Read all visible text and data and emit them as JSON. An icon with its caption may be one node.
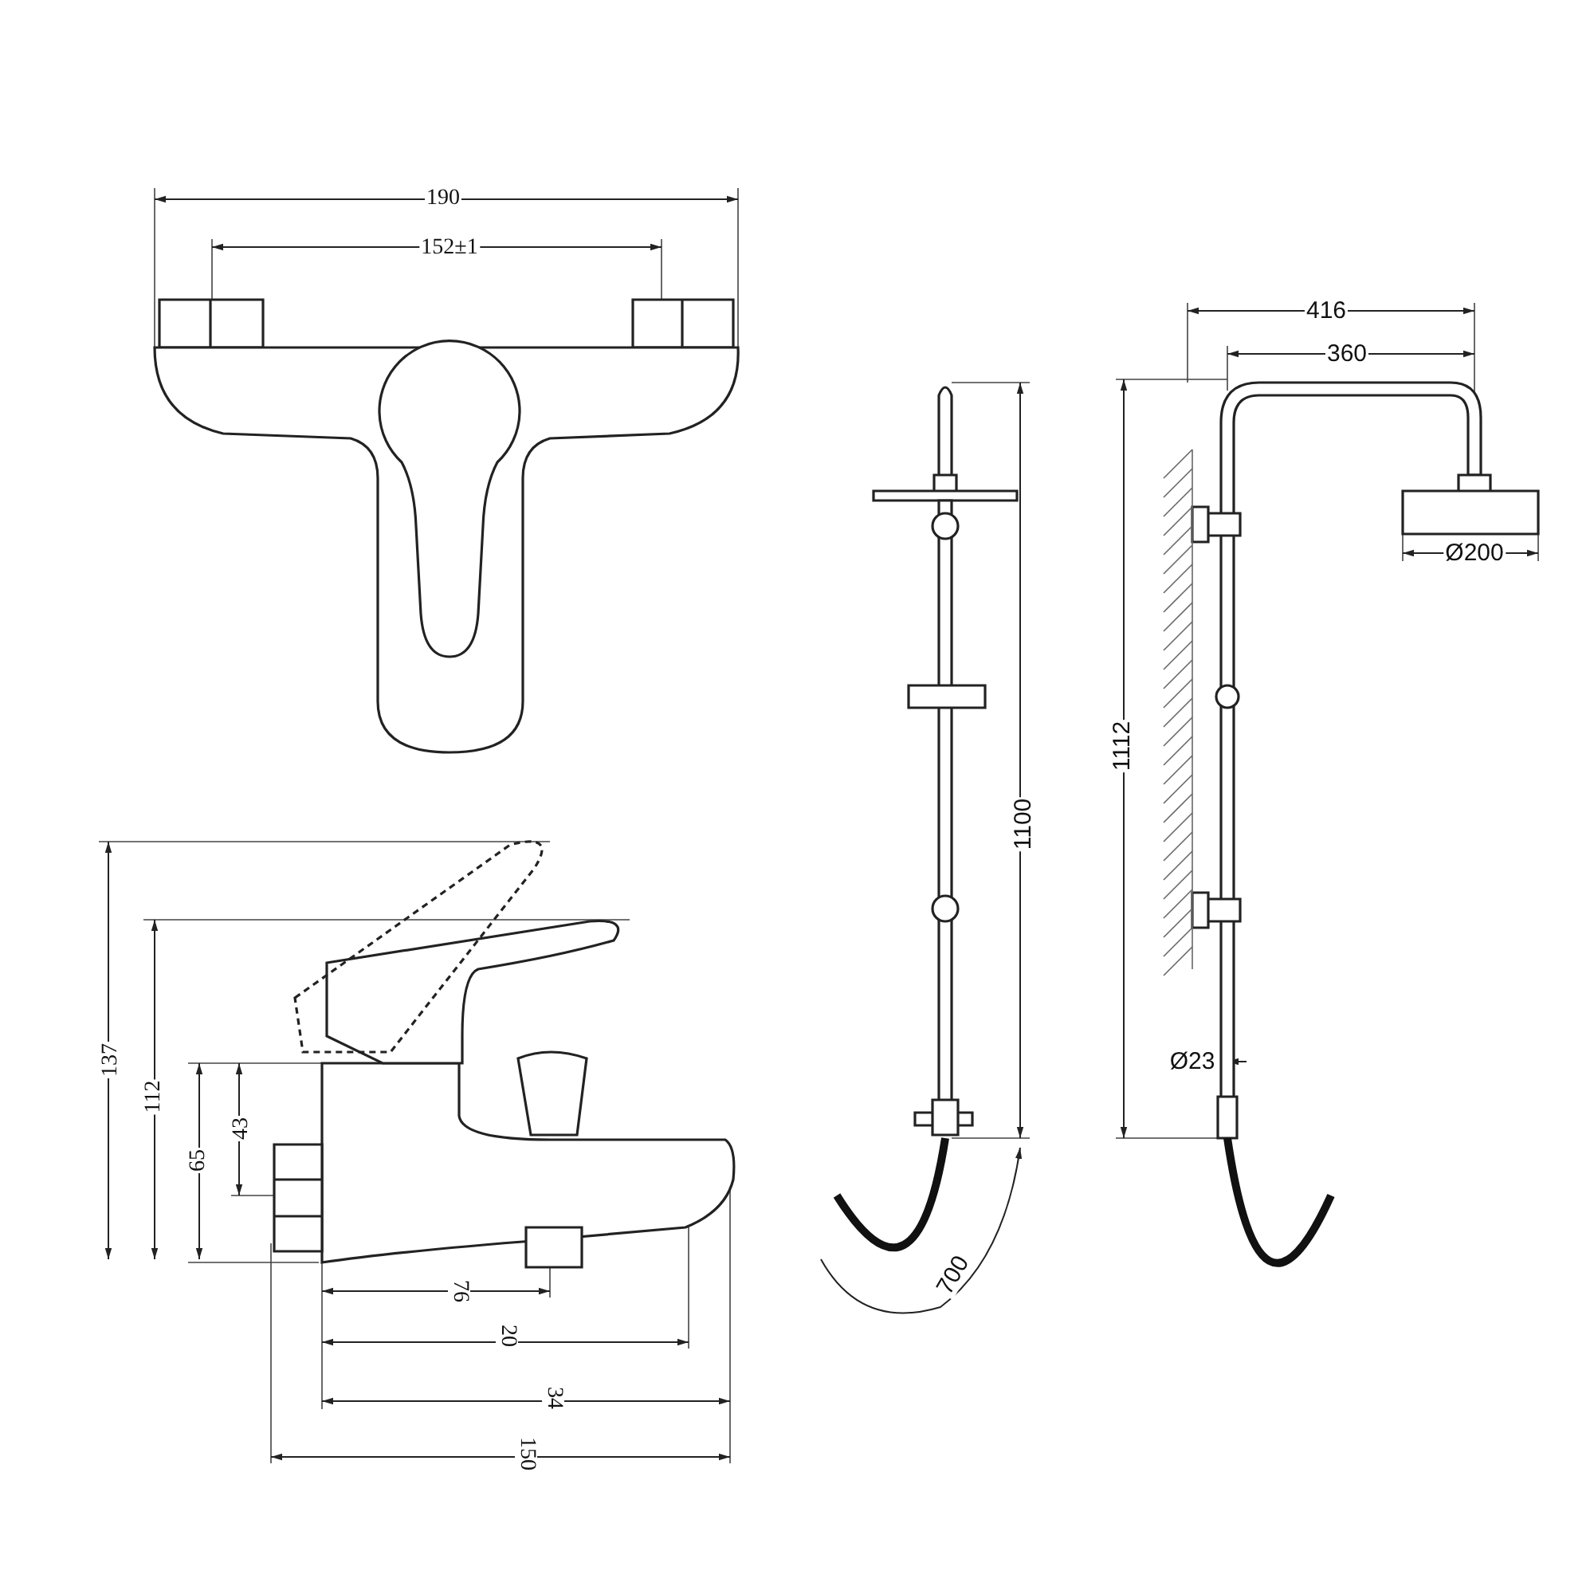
{
  "diagram": {
    "labels": [
      "190",
      "152±1",
      "416",
      "360",
      "Ø200",
      "1112",
      "1100",
      "137",
      "112",
      "65",
      "43",
      "Ø23",
      "700",
      "76",
      "20",
      "34",
      "150"
    ]
  }
}
